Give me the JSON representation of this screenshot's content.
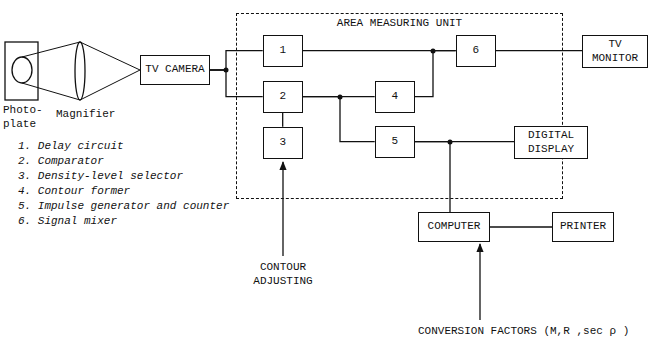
{
  "diagram": {
    "nodes": [
      {
        "text": [
          "TV CAMERA"
        ]
      },
      {
        "text": [
          "AREA MEASURING UNIT"
        ]
      },
      {
        "text": [
          "1"
        ],
        "in": 1
      },
      {
        "text": [
          "2"
        ],
        "in": 1
      },
      {
        "text": [
          "3"
        ],
        "in": 1
      },
      {
        "text": [
          "4"
        ],
        "in": 1
      },
      {
        "text": [
          "5"
        ],
        "in": 1
      },
      {
        "text": [
          "6"
        ],
        "in": 1
      },
      {
        "text": [
          "TV MONITOR"
        ]
      },
      {
        "text": [
          "DIGITAL DISPLAY"
        ]
      },
      {
        "text": [
          "COMPUTER"
        ]
      },
      {
        "text": [
          "PRINTER"
        ]
      }
    ],
    "edges": [
      {
        "from": 0,
        "to": 2,
        "arrow": "none"
      },
      {
        "from": 0,
        "to": 3,
        "arrow": "none"
      },
      {
        "from": 2,
        "to": 7,
        "arrow": "none"
      },
      {
        "from": 3,
        "to": 4,
        "arrow": "none"
      },
      {
        "from": 3,
        "to": 5,
        "arrow": "none"
      },
      {
        "from": 3,
        "to": 6,
        "arrow": "none"
      },
      {
        "from": 5,
        "to": 7,
        "arrow": "none"
      },
      {
        "from": 6,
        "to": 9,
        "arrow": "none"
      },
      {
        "from": 6,
        "to": 10,
        "arrow": "none"
      },
      {
        "from": 7,
        "to": 8,
        "arrow": "none"
      },
      {
        "from": 10,
        "to": 11,
        "arrow": "none"
      }
    ],
    "labels": [
      "Photo-plate",
      "Magnifier",
      "1. Delay circuit",
      "2. Comparator",
      "3. Density-level selector",
      "4. Contour former",
      "5. Impulse generator and counter",
      "6. Signal mixer",
      "CONTOUR ADJUSTING",
      "CONVERSION FACTORS (M,R ,sec ρ )"
    ]
  }
}
